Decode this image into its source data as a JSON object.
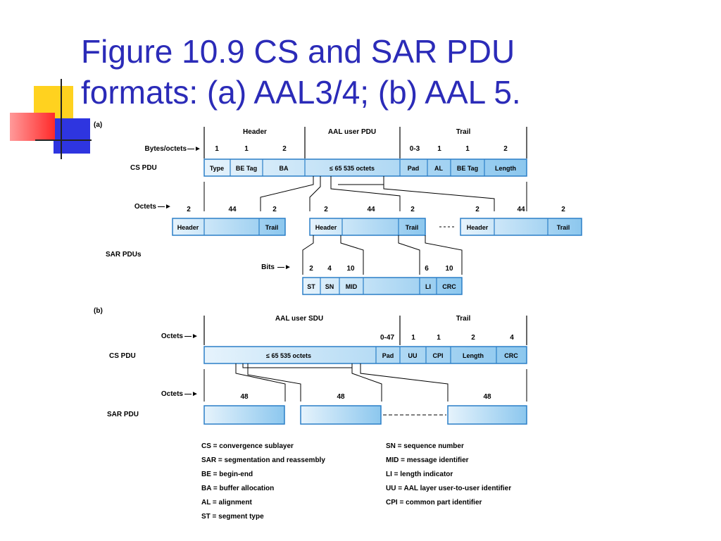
{
  "title": {
    "line1": "Figure 10.9 CS and SAR PDU",
    "line2": "formats: (a) AAL3/4; (b) AAL 5."
  },
  "colors": {
    "title": "#2b2bb8",
    "deco_yellow": "#ffd21f",
    "deco_blue": "#2e35e0",
    "deco_red": "#ff2a2a",
    "cell_border": "#2b7fc7",
    "cell_fill_light": "#e6f3fc",
    "cell_fill_dark": "#8cc7ee"
  },
  "part_a": {
    "label": "(a)",
    "top_headings": {
      "header": "Header",
      "payload": "AAL user PDU",
      "trailer": "Trail"
    },
    "row_labels": {
      "bytes_cs": "Bytes/octets",
      "cs_pdu": "CS PDU",
      "octets": "Octets",
      "sar_pdus": "SAR PDUs",
      "bits": "Bits"
    },
    "cs_byte_counts": [
      "1",
      "1",
      "2",
      "0-3",
      "1",
      "1",
      "2"
    ],
    "cs_fields": [
      "Type",
      "BE Tag",
      "BA",
      "≤ 65 535 octets",
      "Pad",
      "AL",
      "BE Tag",
      "Length"
    ],
    "sar_octet_counts": [
      "2",
      "44",
      "2",
      "2",
      "44",
      "2",
      "2",
      "44",
      "2"
    ],
    "sar_cells_1": [
      "Header",
      "Trail"
    ],
    "sar_cells_2": [
      "Header",
      "Trail"
    ],
    "sar_cells_3": [
      "Header",
      "Trail"
    ],
    "bit_counts": [
      "2",
      "4",
      "10",
      "6",
      "10"
    ],
    "bit_fields": [
      "ST",
      "SN",
      "MID",
      "LI",
      "CRC"
    ]
  },
  "part_b": {
    "label": "(b)",
    "top_headings": {
      "payload": "AAL user SDU",
      "trailer": "Trail"
    },
    "row_labels": {
      "octets_cs": "Octets",
      "cs_pdu": "CS PDU",
      "octets_sar": "Octets",
      "sar_pdu": "SAR PDU"
    },
    "cs_byte_counts": [
      "0-47",
      "1",
      "1",
      "2",
      "4"
    ],
    "cs_fields": [
      "≤ 65 535 octets",
      "Pad",
      "UU",
      "CPI",
      "Length",
      "CRC"
    ],
    "sar_octet_counts": [
      "48",
      "48",
      "48"
    ]
  },
  "legend": {
    "left": [
      "CS = convergence sublayer",
      "SAR = segmentation and reassembly",
      "BE = begin-end",
      "BA = buffer allocation",
      "AL = alignment",
      "ST = segment type"
    ],
    "right": [
      "SN = sequence number",
      "MID = message identifier",
      "LI = length indicator",
      "UU = AAL layer user-to-user identifier",
      "CPI = common part identifier"
    ]
  }
}
